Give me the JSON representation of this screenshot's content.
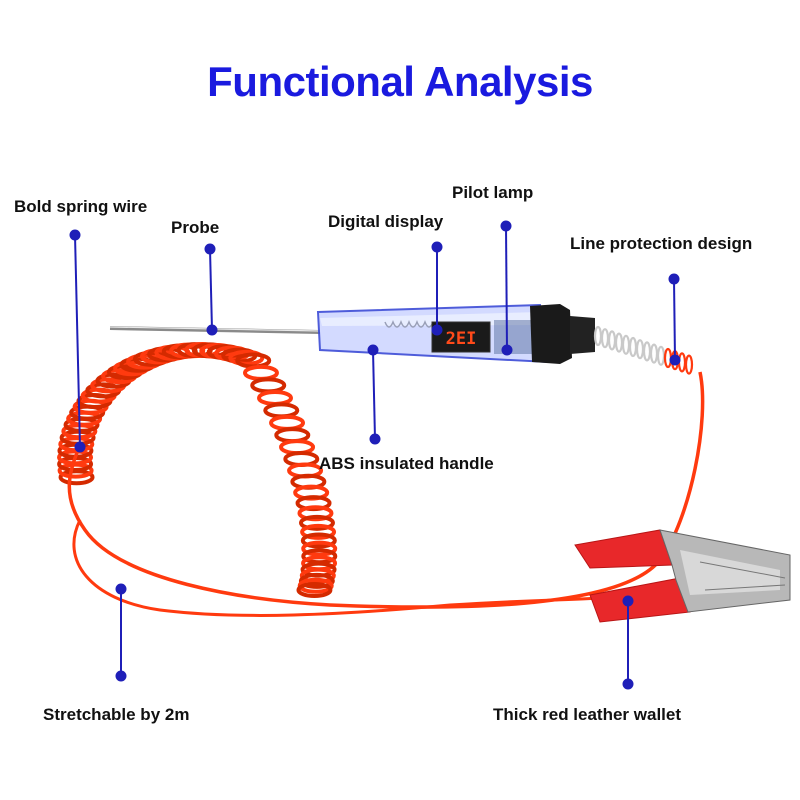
{
  "title": "Functional Analysis",
  "colors": {
    "title": "#1a1adf",
    "callout": "#1f1fb8",
    "cable": "#ff3a0f",
    "cable_dark": "#d42a00",
    "clip_sleeve": "#e8282a"
  },
  "display_readout": "2EI",
  "callouts": {
    "bold_spring_wire": "Bold spring wire",
    "probe": "Probe",
    "digital_display": "Digital display",
    "pilot_lamp": "Pilot lamp",
    "line_protection_design": "Line protection design",
    "abs_insulated_handle": "ABS insulated handle",
    "stretchable": "Stretchable by 2m",
    "thick_red_leather_wallet": "Thick red leather wallet"
  },
  "icons": {
    "tester": "circuit-tester-illustration",
    "clip": "alligator-clip-illustration"
  }
}
